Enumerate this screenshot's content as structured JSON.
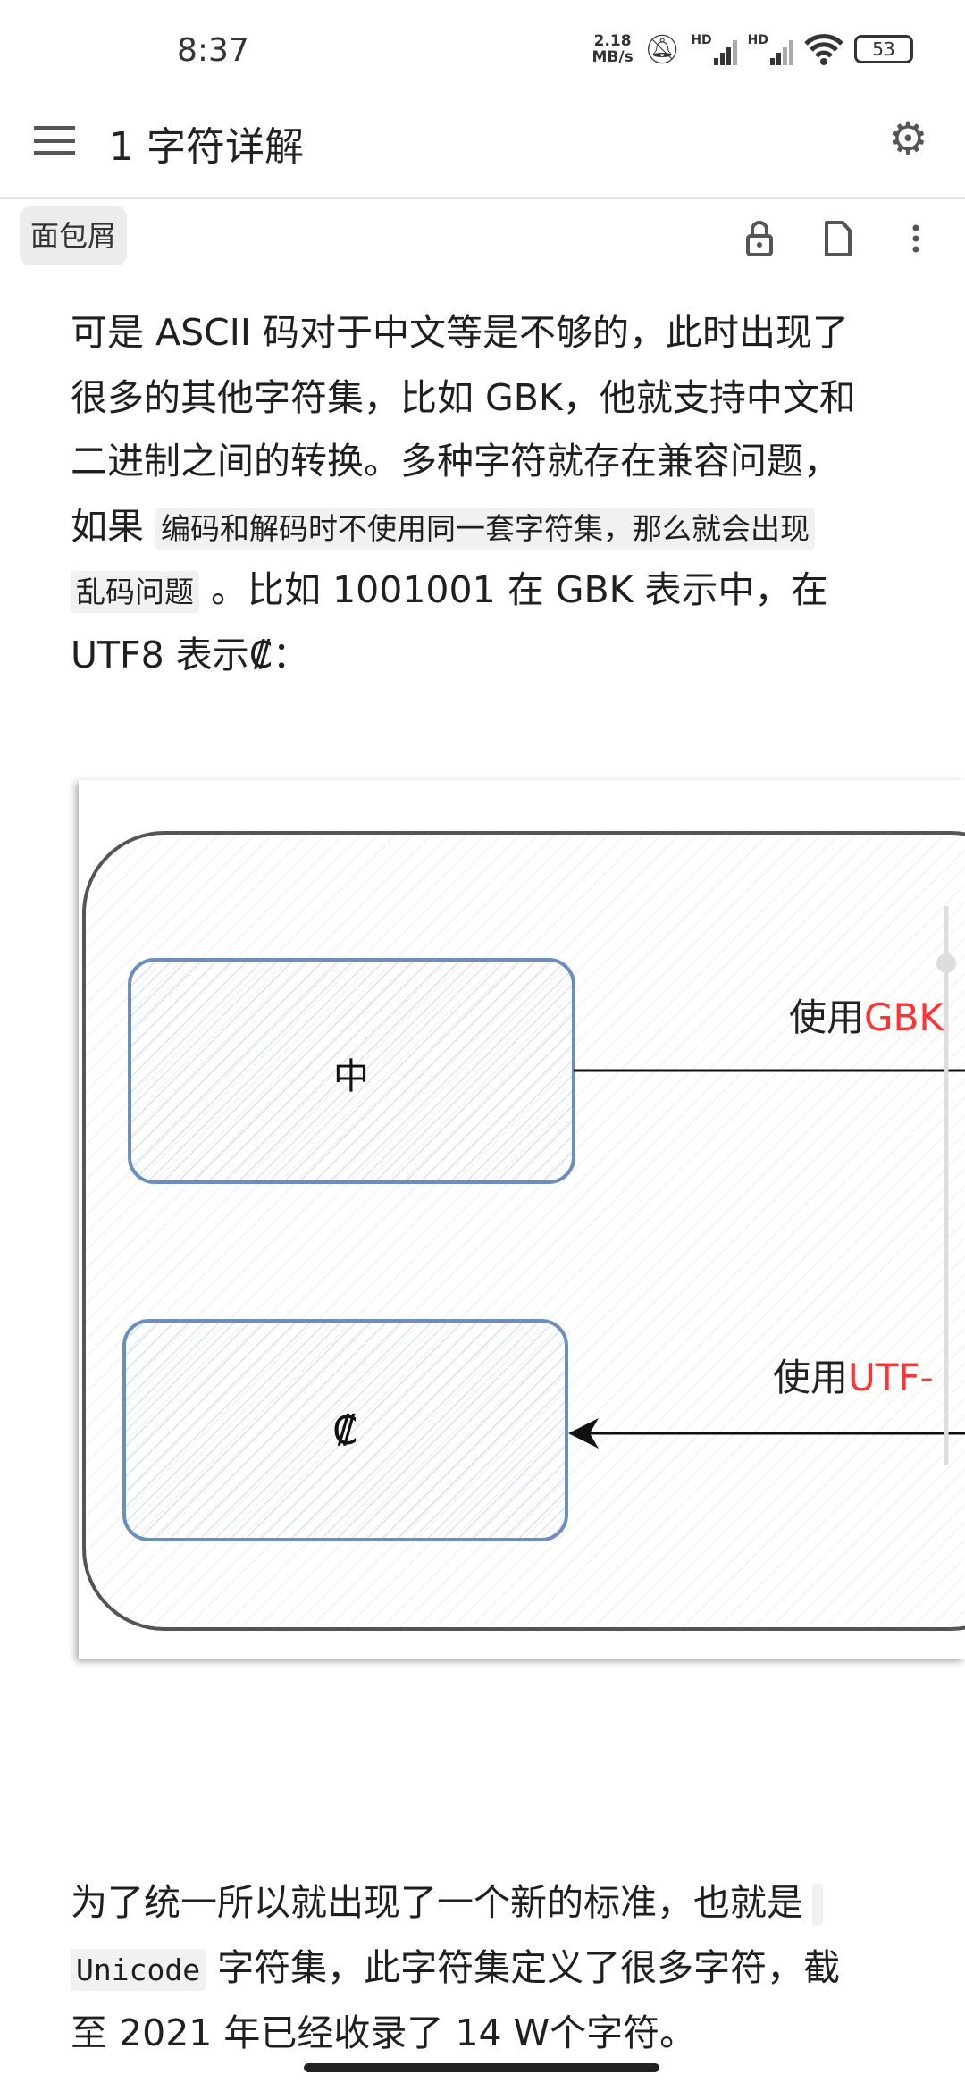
{
  "status_bar": {
    "time": "8:37",
    "net_speed_value": "2.18",
    "net_speed_unit": "MB/s",
    "sim1": "HD",
    "sim2": "HD",
    "battery": "53",
    "icons": [
      "bell-off-icon",
      "signal-icon",
      "signal-icon",
      "wifi-icon",
      "battery-icon"
    ]
  },
  "toolbar": {
    "title": "1 字符详解",
    "menu_icon": "hamburger-icon",
    "settings_icon": "gear-icon"
  },
  "breadcrumb": {
    "label": "面包屑",
    "icons": [
      "lock-icon",
      "file-icon",
      "more-vert-icon"
    ]
  },
  "paragraph1": {
    "l1": "可是 ASCII 码对于中文等是不够的，此时出现了",
    "l2": "很多的其他字符集，比如 GBK，他就支持中文和",
    "l3": "二进制之间的转换。多种字符就存在兼容问题，",
    "l4_pre": "如果 ",
    "l4_code": "编码和解码时不使用同一套字符集，那么就会出现",
    "l5_code": "乱码问题",
    "l5_post": " 。比如 1001001 在 GBK 表示中，在",
    "l6": "UTF8 表示₡："
  },
  "diagram": {
    "box1": "中",
    "box2": "₡",
    "label1_prefix": "使用",
    "label1_highlight": "GBK",
    "label2_prefix": "使用",
    "label2_highlight": "UTF-",
    "box_color": "#6c8ebf",
    "highlight_color": "#ff3333"
  },
  "paragraph2": {
    "l1": "为了统一所以就出现了一个新的标准，也就是",
    "l2_code": "Unicode",
    "l2_post": " 字符集，此字符集定义了很多字符，截",
    "l3": "至 2021 年已经收录了 14 W个字符。"
  }
}
